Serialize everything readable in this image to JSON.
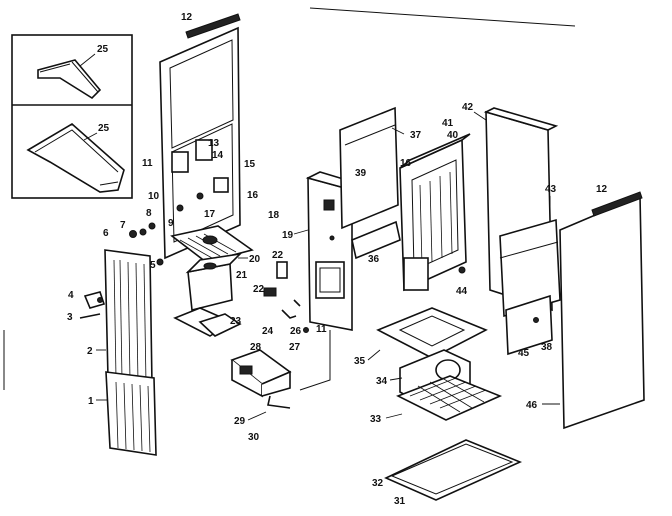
{
  "callouts": [
    {
      "id": "c12a",
      "text": "12"
    },
    {
      "id": "c25a",
      "text": "25"
    },
    {
      "id": "c25b",
      "text": "25"
    },
    {
      "id": "c11",
      "text": "11"
    },
    {
      "id": "c13",
      "text": "13"
    },
    {
      "id": "c14",
      "text": "14"
    },
    {
      "id": "c15",
      "text": "15"
    },
    {
      "id": "c10",
      "text": "10"
    },
    {
      "id": "c16",
      "text": "16"
    },
    {
      "id": "c17",
      "text": "17"
    },
    {
      "id": "c9",
      "text": "9"
    },
    {
      "id": "c8",
      "text": "8"
    },
    {
      "id": "c6",
      "text": "6"
    },
    {
      "id": "c7",
      "text": "7"
    },
    {
      "id": "c20",
      "text": "20"
    },
    {
      "id": "c21",
      "text": "21"
    },
    {
      "id": "c5",
      "text": "5"
    },
    {
      "id": "c4",
      "text": "4"
    },
    {
      "id": "c3",
      "text": "3"
    },
    {
      "id": "c2",
      "text": "2"
    },
    {
      "id": "c1",
      "text": "1"
    },
    {
      "id": "c23",
      "text": "23"
    },
    {
      "id": "c18",
      "text": "18"
    },
    {
      "id": "c19",
      "text": "19"
    },
    {
      "id": "c22",
      "text": "22"
    },
    {
      "id": "c22b",
      "text": "22"
    },
    {
      "id": "c24",
      "text": "24"
    },
    {
      "id": "c26",
      "text": "26"
    },
    {
      "id": "c27",
      "text": "27"
    },
    {
      "id": "c28",
      "text": "28"
    },
    {
      "id": "c29",
      "text": "29"
    },
    {
      "id": "c30",
      "text": "30"
    },
    {
      "id": "c11b",
      "text": "11"
    },
    {
      "id": "c39",
      "text": "39"
    },
    {
      "id": "c37",
      "text": "37"
    },
    {
      "id": "c41",
      "text": "41"
    },
    {
      "id": "c40",
      "text": "40"
    },
    {
      "id": "c16b",
      "text": "16"
    },
    {
      "id": "c36",
      "text": "36"
    },
    {
      "id": "c42",
      "text": "42"
    },
    {
      "id": "c43",
      "text": "43"
    },
    {
      "id": "c12b",
      "text": "12"
    },
    {
      "id": "c44",
      "text": "44"
    },
    {
      "id": "c35",
      "text": "35"
    },
    {
      "id": "c34",
      "text": "34"
    },
    {
      "id": "c33",
      "text": "33"
    },
    {
      "id": "c32",
      "text": "32"
    },
    {
      "id": "c31",
      "text": "31"
    },
    {
      "id": "c45",
      "text": "45"
    },
    {
      "id": "c38",
      "text": "38"
    },
    {
      "id": "c46",
      "text": "46"
    }
  ]
}
